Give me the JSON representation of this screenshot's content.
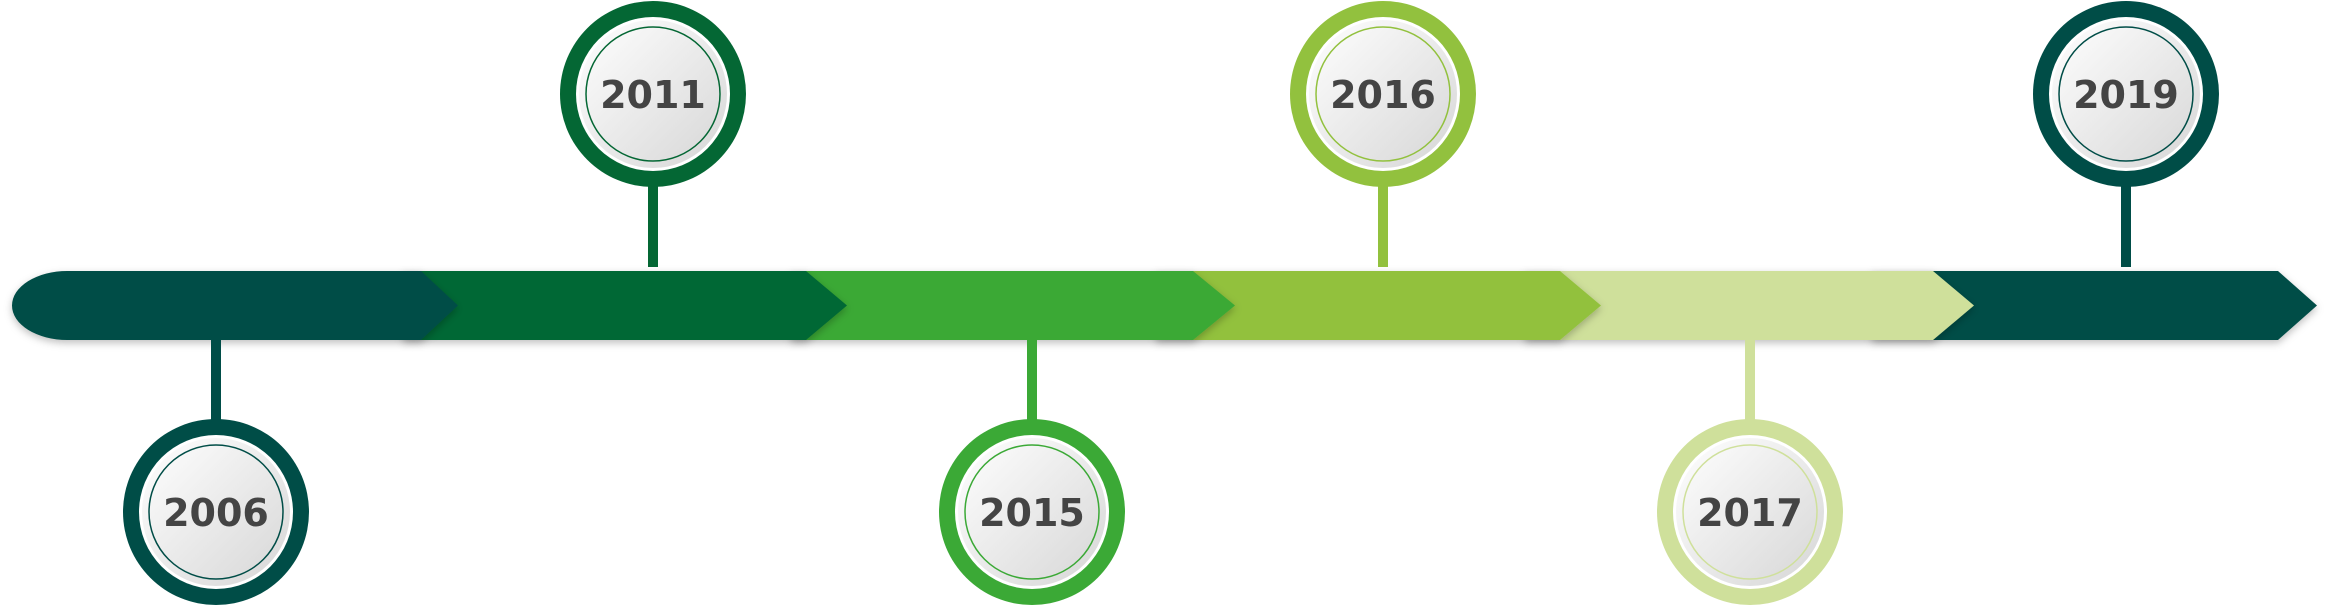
{
  "timeline": {
    "milestones": [
      {
        "year": "2006",
        "color": "#004d47",
        "position": "bottom"
      },
      {
        "year": "2011",
        "color": "#046734",
        "position": "top"
      },
      {
        "year": "2015",
        "color": "#3ba936",
        "position": "bottom"
      },
      {
        "year": "2016",
        "color": "#92c13e",
        "position": "top"
      },
      {
        "year": "2017",
        "color": "#cfe09b",
        "position": "bottom"
      },
      {
        "year": "2019",
        "color": "#004d47",
        "position": "top"
      }
    ],
    "label_color": "#444444"
  }
}
